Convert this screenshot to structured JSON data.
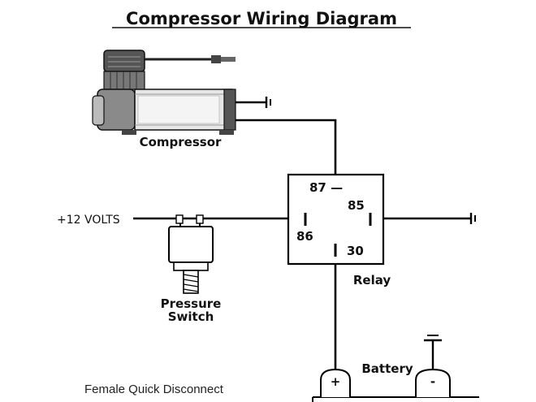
{
  "title": "Compressor Wiring Diagram",
  "labels": {
    "compressor": "Compressor",
    "relay": "Relay",
    "pressure_switch_line1": "Pressure",
    "pressure_switch_line2": "Switch",
    "battery": "Battery",
    "volts": "+12 VOLTS",
    "female_quick_disconnect": "Female Quick Disconnect"
  },
  "relay_pins": {
    "pin87": "87 —",
    "pin85": "85",
    "pin86": "86",
    "pin30": "30"
  },
  "battery_terminals": {
    "positive": "+",
    "negative": "-"
  },
  "icons": [
    "ground-symbol",
    "compressor-illustration",
    "pressure-switch-illustration",
    "relay-box",
    "battery-terminals"
  ]
}
